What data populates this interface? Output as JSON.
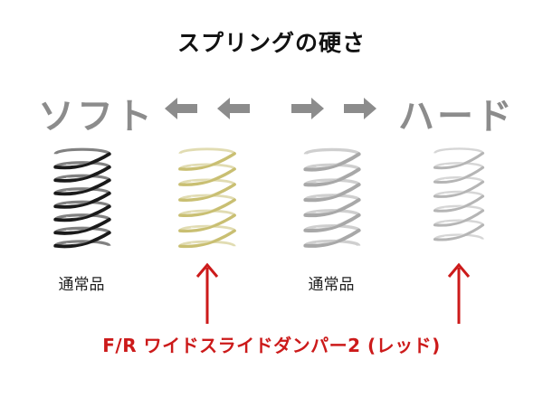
{
  "title": "スプリングの硬さ",
  "scale": {
    "soft_label": "ソフト",
    "hard_label": "ハード",
    "left_arrows_icon": "arrow-left-icon",
    "right_arrows_icon": "arrow-right-icon"
  },
  "springs": [
    {
      "name": "black",
      "color": "#1a1a1a",
      "caption": "通常品"
    },
    {
      "name": "gold",
      "color": "#c9bf72",
      "caption": ""
    },
    {
      "name": "silver",
      "color": "#a8a8a8",
      "caption": "通常品"
    },
    {
      "name": "silver-thin",
      "color": "#b5b5b5",
      "caption": ""
    }
  ],
  "highlight": {
    "product_label": "F/R ワイドスライドダンパー2 (レッド)",
    "color": "#cc1a1a"
  },
  "colors": {
    "scale_gray": "#8c8c8c",
    "text_dark": "#111111"
  }
}
